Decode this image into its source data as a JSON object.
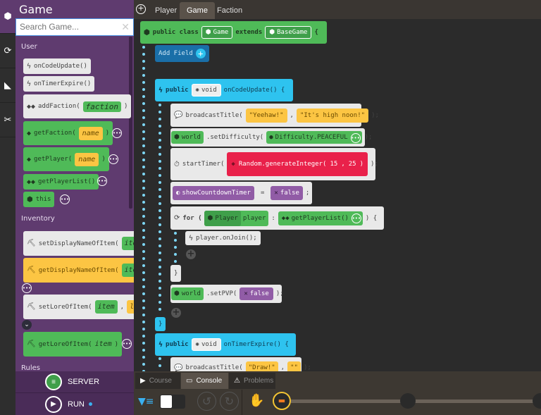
{
  "rail": {
    "icons": [
      "cube-icon",
      "refresh-icon",
      "banner-icon",
      "scissors-icon"
    ]
  },
  "sidebar": {
    "title": "Game",
    "search": {
      "placeholder": "Search Game...",
      "value": ""
    },
    "sections": {
      "user": "User",
      "inventory": "Inventory",
      "rules": "Rules"
    },
    "user_blocks": [
      "onCodeUpdate()",
      "onTimerExpire()",
      "addFaction(",
      "getFaction(",
      "getPlayer(",
      "getPlayerList()",
      "this"
    ],
    "params": {
      "faction": "faction",
      "name": "name",
      "item": "item",
      "lore": "lor"
    },
    "inventory_blocks": [
      "setDisplayNameOfItem(",
      "getDisplayNameOfItem(",
      "setLoreOfItem(",
      "getLoreOfItem("
    ],
    "close_paren": ")",
    "comma": ",",
    "server_label": "SERVER",
    "run_label": "RUN"
  },
  "tabs": [
    "Player",
    "Game",
    "Faction"
  ],
  "active_tab": "Game",
  "code": {
    "class_kw": "public class",
    "class_name": "Game",
    "extends_kw": "extends",
    "base": "BaseGame",
    "brace_open": "{",
    "add_field": "Add Field",
    "public_kw": "public",
    "void_kw": "void",
    "method1": "onCodeUpdate() {",
    "broadcast": "broadcastTitle(",
    "yeehaw": "\"Yeehaw!\"",
    "highnoon": "\"It's high noon!\"",
    "end": ");",
    "world": "world",
    "set_difficulty": ".setDifficulty(",
    "difficulty": "Difficulty.PEACEFUL",
    "start_timer": "startTimer(",
    "random": "Random.generateInteger(",
    "n1": "15",
    "n2": "25",
    "rparen": ")",
    "show_countdown": "showCountdownTimer",
    "eq": "=",
    "false": "false",
    "semi": ";",
    "for_kw": "for (",
    "player_type": "Player",
    "player_var": "player",
    "colon": ":",
    "get_player_list": "getPlayerList()",
    "for_end": ") {",
    "on_join": "player.onJoin();",
    "close_brace": "}",
    "set_pvp": ".setPVP(",
    "method2": "onTimerExpire() {",
    "draw": "\"Draw!\"",
    "empty": "\"\""
  },
  "bottom": {
    "tabs": [
      "Course",
      "Console",
      "Problems"
    ],
    "active": "Console"
  },
  "colors": {
    "sidebar": "#5f3b6f",
    "green": "#4fba58",
    "blue": "#2ec3ef",
    "red": "#e9214a",
    "purple": "#915ca6",
    "yellow": "#fcc543",
    "editor": "#2b2b2b"
  }
}
